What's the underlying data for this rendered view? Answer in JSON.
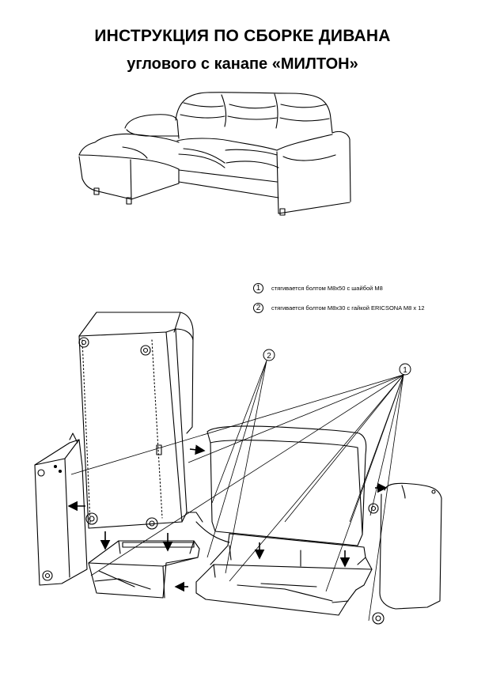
{
  "header": {
    "title": "ИНСТРУКЦИЯ ПО СБОРКЕ ДИВАНА",
    "subtitle": "углового с канапе «МИЛТОН»"
  },
  "legend": [
    {
      "num": "1",
      "text": "стягивается болтом М8х50 с шайбой М8"
    },
    {
      "num": "2",
      "text": "стягивается болтом М8х30 с гайкой ERICSONA М8 х 12"
    }
  ],
  "callouts": {
    "one": "1",
    "two": "2"
  }
}
